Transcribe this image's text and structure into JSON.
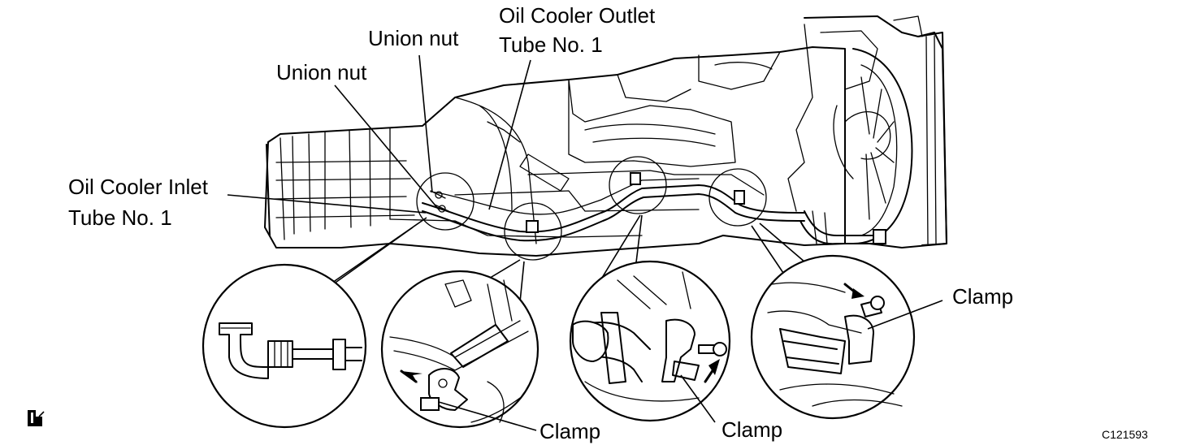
{
  "labels": {
    "union_nut_top": "Union nut",
    "union_nut_left": "Union nut",
    "outlet_tube_line1": "Oil Cooler Outlet",
    "outlet_tube_line2": "Tube No. 1",
    "inlet_tube_line1": "Oil Cooler Inlet",
    "inlet_tube_line2": "Tube No. 1",
    "clamp_right": "Clamp",
    "clamp_detail2": "Clamp",
    "clamp_detail3": "Clamp"
  },
  "figure_code": "C121593",
  "icons": {
    "corner_symbol": "wrench-symbol-icon"
  }
}
